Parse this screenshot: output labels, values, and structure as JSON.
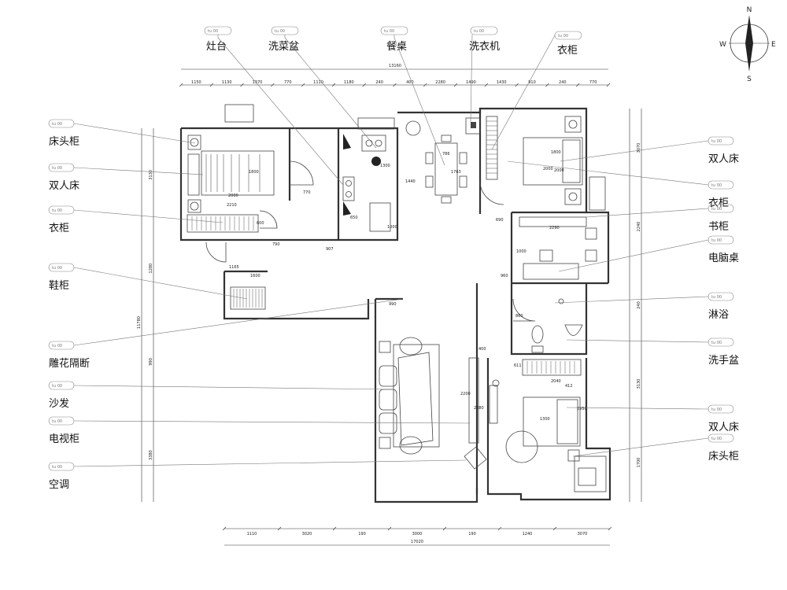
{
  "labels": {
    "top": [
      {
        "id": "stove",
        "text": "灶台",
        "tag": "tu 00"
      },
      {
        "id": "sink",
        "text": "洗菜盆",
        "tag": "tu 00"
      },
      {
        "id": "dining",
        "text": "餐桌",
        "tag": "tu 00"
      },
      {
        "id": "washer",
        "text": "洗衣机",
        "tag": "tu 00"
      },
      {
        "id": "wardrobe",
        "text": "衣柜",
        "tag": "tu 00"
      }
    ],
    "left": [
      {
        "id": "nightstand",
        "text": "床头柜",
        "tag": "tu 00"
      },
      {
        "id": "double-bed",
        "text": "双人床",
        "tag": "tu 00"
      },
      {
        "id": "wardrobe",
        "text": "衣柜",
        "tag": "tu 00"
      },
      {
        "id": "shoe-cabinet",
        "text": "鞋柜",
        "tag": "tu 00"
      },
      {
        "id": "carved-partition",
        "text": "雕花隔断",
        "tag": "tu 00"
      },
      {
        "id": "sofa",
        "text": "沙发",
        "tag": "tu 00"
      },
      {
        "id": "tv-cabinet",
        "text": "电视柜",
        "tag": "tu 00"
      },
      {
        "id": "air-conditioner",
        "text": "空调",
        "tag": "tu 00"
      }
    ],
    "right": [
      {
        "id": "double-bed",
        "text": "双人床",
        "tag": "tu 00"
      },
      {
        "id": "wardrobe",
        "text": "衣柜",
        "tag": "tu 00"
      },
      {
        "id": "bookcase",
        "text": "书柜",
        "tag": "tu 00"
      },
      {
        "id": "computer-desk",
        "text": "电脑桌",
        "tag": "tu 00"
      },
      {
        "id": "shower",
        "text": "淋浴",
        "tag": "tu 00"
      },
      {
        "id": "washbasin",
        "text": "洗手盆",
        "tag": "tu 00"
      },
      {
        "id": "double-bed-2",
        "text": "双人床",
        "tag": "tu 00"
      },
      {
        "id": "nightstand-2",
        "text": "床头柜",
        "tag": "tu 00"
      }
    ]
  },
  "dimensions": {
    "top_total": "13160",
    "top_segments": [
      "1150",
      "1130",
      "1370",
      "770",
      "1110",
      "1180",
      "240",
      "400",
      "2280",
      "1490",
      "1430",
      "910",
      "240",
      "770"
    ],
    "bottom_total": "17020",
    "bottom_segments": [
      "1110",
      "3020",
      "190",
      "3000",
      "190",
      "1240",
      "3070"
    ],
    "left_outer_total": "11780",
    "left_outer": [
      "3130",
      "1280",
      "990",
      "3380"
    ],
    "right_outer": [
      "3070",
      "2240",
      "240",
      "3130",
      "1700"
    ],
    "inner": [
      "2000",
      "1800",
      "2210",
      "2000",
      "600",
      "790",
      "907",
      "770",
      "1300",
      "650",
      "1000",
      "1440",
      "1763",
      "786",
      "2000",
      "1800",
      "690",
      "2290",
      "1000",
      "960",
      "860",
      "2040",
      "611",
      "412",
      "1300",
      "2950",
      "400",
      "2200",
      "2080",
      "990",
      "1600",
      "1165"
    ]
  },
  "compass": {
    "n": "N",
    "s": "S",
    "e": "E",
    "w": "W"
  }
}
